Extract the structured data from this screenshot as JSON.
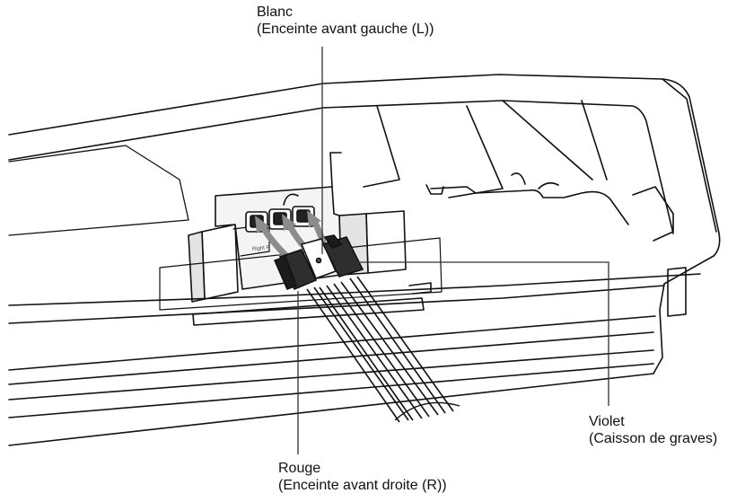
{
  "labels": {
    "white": {
      "color_name": "Blanc",
      "description": "(Enceinte avant gauche (L))"
    },
    "violet": {
      "color_name": "Violet",
      "description": "(Caisson de graves)"
    },
    "red": {
      "color_name": "Rouge",
      "description": "(Enceinte avant droite (R))"
    }
  },
  "panel_text": "Right R",
  "colors": {
    "line": "#111111",
    "plug_dark": "#2e2e2e",
    "plug_white": "#ffffff",
    "arrow": "#8c8c8c",
    "shade": "#c9c9c9"
  }
}
